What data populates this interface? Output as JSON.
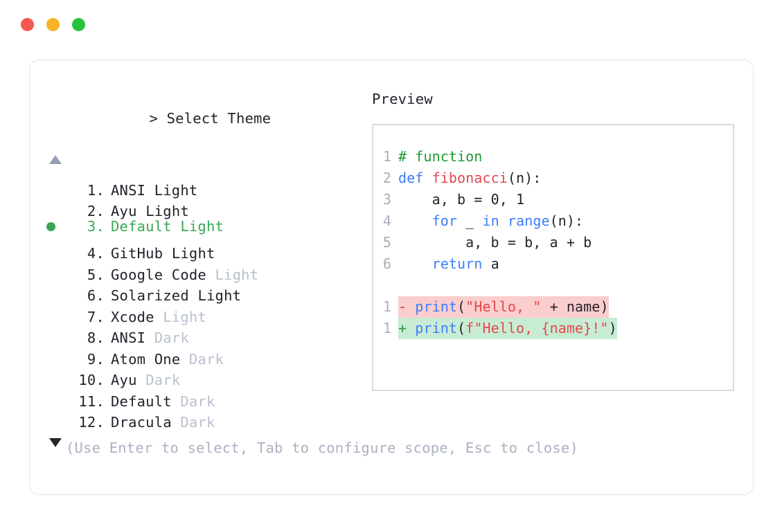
{
  "window": {
    "traffic_lights": [
      {
        "name": "close",
        "color": "#f4594f"
      },
      {
        "name": "minimize",
        "color": "#f5b428"
      },
      {
        "name": "maximize",
        "color": "#28c13e"
      }
    ]
  },
  "prompt": {
    "caret": ">",
    "title": "Select Theme",
    "scroll_up_indicator": "▲",
    "scroll_down_indicator": "▼"
  },
  "themes": {
    "selected_index": 3,
    "items": [
      {
        "index": "1.",
        "name": "ANSI",
        "variant": "Light",
        "variant_dim": false,
        "selected": false
      },
      {
        "index": "2.",
        "name": "Ayu",
        "variant": "Light",
        "variant_dim": false,
        "selected": false
      },
      {
        "index": "3.",
        "name": "Default",
        "variant": "Light",
        "variant_dim": false,
        "selected": true
      },
      {
        "index": "4.",
        "name": "GitHub",
        "variant": "Light",
        "variant_dim": false,
        "selected": false
      },
      {
        "index": "5.",
        "name": "Google Code",
        "variant": "Light",
        "variant_dim": true,
        "selected": false
      },
      {
        "index": "6.",
        "name": "Solarized",
        "variant": "Light",
        "variant_dim": false,
        "selected": false
      },
      {
        "index": "7.",
        "name": "Xcode",
        "variant": "Light",
        "variant_dim": true,
        "selected": false
      },
      {
        "index": "8.",
        "name": "ANSI",
        "variant": "Dark",
        "variant_dim": true,
        "selected": false
      },
      {
        "index": "9.",
        "name": "Atom One",
        "variant": "Dark",
        "variant_dim": true,
        "selected": false
      },
      {
        "index": "10.",
        "name": "Ayu",
        "variant": "Dark",
        "variant_dim": true,
        "selected": false
      },
      {
        "index": "11.",
        "name": "Default",
        "variant": "Dark",
        "variant_dim": true,
        "selected": false
      },
      {
        "index": "12.",
        "name": "Dracula",
        "variant": "Dark",
        "variant_dim": true,
        "selected": false
      }
    ]
  },
  "hint": "(Use Enter to select, Tab to configure scope, Esc to close)",
  "preview": {
    "label": "Preview",
    "code_lines": [
      {
        "n": "1",
        "tokens": [
          {
            "t": "# function",
            "c": "tok-comment"
          }
        ]
      },
      {
        "n": "2",
        "tokens": [
          {
            "t": "def ",
            "c": "tok-kw"
          },
          {
            "t": "fibonacci",
            "c": "tok-fn"
          },
          {
            "t": "(n):",
            "c": "tok-plain"
          }
        ]
      },
      {
        "n": "3",
        "tokens": [
          {
            "t": "    a, b = ",
            "c": "tok-plain"
          },
          {
            "t": "0",
            "c": "tok-num"
          },
          {
            "t": ", ",
            "c": "tok-plain"
          },
          {
            "t": "1",
            "c": "tok-num"
          }
        ]
      },
      {
        "n": "4",
        "tokens": [
          {
            "t": "    ",
            "c": "tok-plain"
          },
          {
            "t": "for",
            "c": "tok-kw"
          },
          {
            "t": " _ ",
            "c": "tok-plain"
          },
          {
            "t": "in",
            "c": "tok-kw"
          },
          {
            "t": " ",
            "c": "tok-plain"
          },
          {
            "t": "range",
            "c": "tok-kw"
          },
          {
            "t": "(n):",
            "c": "tok-plain"
          }
        ]
      },
      {
        "n": "5",
        "tokens": [
          {
            "t": "        a, b = b, a + b",
            "c": "tok-plain"
          }
        ]
      },
      {
        "n": "6",
        "tokens": [
          {
            "t": "    ",
            "c": "tok-plain"
          },
          {
            "t": "return",
            "c": "tok-kw"
          },
          {
            "t": " a",
            "c": "tok-plain"
          }
        ]
      }
    ],
    "diff_lines": [
      {
        "n": "1",
        "kind": "del",
        "marker": "-",
        "tokens": [
          {
            "t": "print",
            "c": "tok-kw"
          },
          {
            "t": "(",
            "c": "tok-plain"
          },
          {
            "t": "\"Hello, \"",
            "c": "tok-str"
          },
          {
            "t": " + name)",
            "c": "tok-plain"
          }
        ]
      },
      {
        "n": "1",
        "kind": "add",
        "marker": "+",
        "tokens": [
          {
            "t": "print",
            "c": "tok-kw"
          },
          {
            "t": "(",
            "c": "tok-plain"
          },
          {
            "t": "f\"Hello, {name}!\"",
            "c": "tok-str"
          },
          {
            "t": ")",
            "c": "tok-plain"
          }
        ]
      }
    ]
  },
  "colors": {
    "accent_green": "#3aa655",
    "diff_del_bg": "#fbcdcd",
    "diff_add_bg": "#c8ecd3",
    "dim_text": "#b9c0cf",
    "card_border": "#e2e5ea"
  }
}
